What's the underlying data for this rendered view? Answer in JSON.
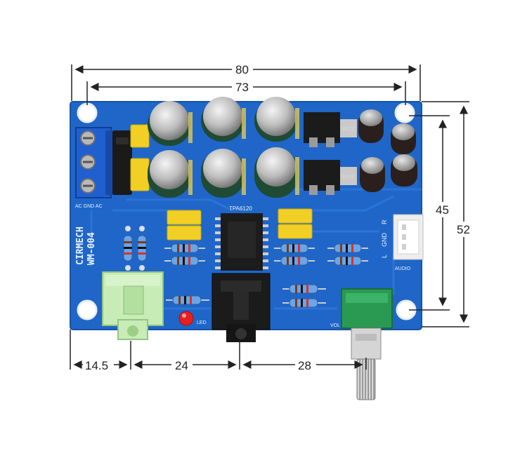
{
  "board": {
    "brand": "CIRMECH",
    "model": "WM-004",
    "chip_label": "TPA6120",
    "audio_connector_label": "AUDIO",
    "audio_pins": [
      "R",
      "GND",
      "L"
    ],
    "power_label": "AC GND AC",
    "led_label": "LED",
    "vol_label": "VOL",
    "regulator_labels": [
      "SM12",
      "SM12"
    ]
  },
  "dimensions": {
    "board_width": "80",
    "hole_spacing_x": "73",
    "hole_spacing_y": "45",
    "board_height": "52",
    "jack1_offset": "14.5",
    "jack_spacing": "24",
    "pot_offset": "28"
  },
  "colors": {
    "pcb": "#1f66c8",
    "pcb_edge": "#1553a8",
    "capacitor": "#1f4a34",
    "terminal": "#1f5fd0",
    "yellow_cap": "#f2cf25",
    "pot": "#2a9a53",
    "jack_green": "#c7ecb6"
  }
}
